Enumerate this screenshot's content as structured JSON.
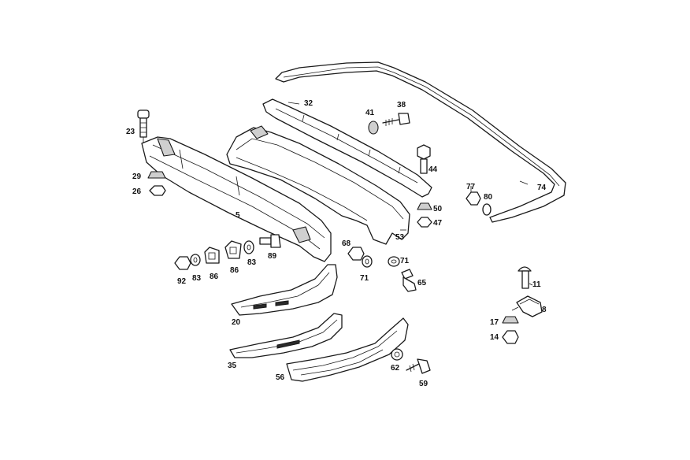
{
  "diagram": {
    "type": "exploded-parts-diagram",
    "callouts": [
      {
        "id": "23",
        "text": "23"
      },
      {
        "id": "29",
        "text": "29"
      },
      {
        "id": "26",
        "text": "26"
      },
      {
        "id": "5",
        "text": "5"
      },
      {
        "id": "32",
        "text": "32"
      },
      {
        "id": "41",
        "text": "41"
      },
      {
        "id": "38",
        "text": "38"
      },
      {
        "id": "44",
        "text": "44"
      },
      {
        "id": "50",
        "text": "50"
      },
      {
        "id": "47",
        "text": "47"
      },
      {
        "id": "53",
        "text": "53"
      },
      {
        "id": "77",
        "text": "77"
      },
      {
        "id": "80",
        "text": "80"
      },
      {
        "id": "74",
        "text": "74"
      },
      {
        "id": "68",
        "text": "68"
      },
      {
        "id": "71a",
        "text": "71"
      },
      {
        "id": "71b",
        "text": "71"
      },
      {
        "id": "65",
        "text": "65"
      },
      {
        "id": "89",
        "text": "89"
      },
      {
        "id": "83a",
        "text": "83"
      },
      {
        "id": "86a",
        "text": "86"
      },
      {
        "id": "83b",
        "text": "83"
      },
      {
        "id": "86b",
        "text": "86"
      },
      {
        "id": "92",
        "text": "92"
      },
      {
        "id": "83c",
        "text": "83"
      },
      {
        "id": "20",
        "text": "20"
      },
      {
        "id": "35",
        "text": "35"
      },
      {
        "id": "56",
        "text": "56"
      },
      {
        "id": "62",
        "text": "62"
      },
      {
        "id": "59",
        "text": "59"
      },
      {
        "id": "11",
        "text": "11"
      },
      {
        "id": "8",
        "text": "8"
      },
      {
        "id": "17",
        "text": "17"
      },
      {
        "id": "14",
        "text": "14"
      }
    ]
  },
  "icons": {
    "bolt": "bolt-icon",
    "nut": "hex-nut-icon",
    "washer": "washer-icon",
    "clip": "clip-icon",
    "screw": "screw-icon"
  }
}
